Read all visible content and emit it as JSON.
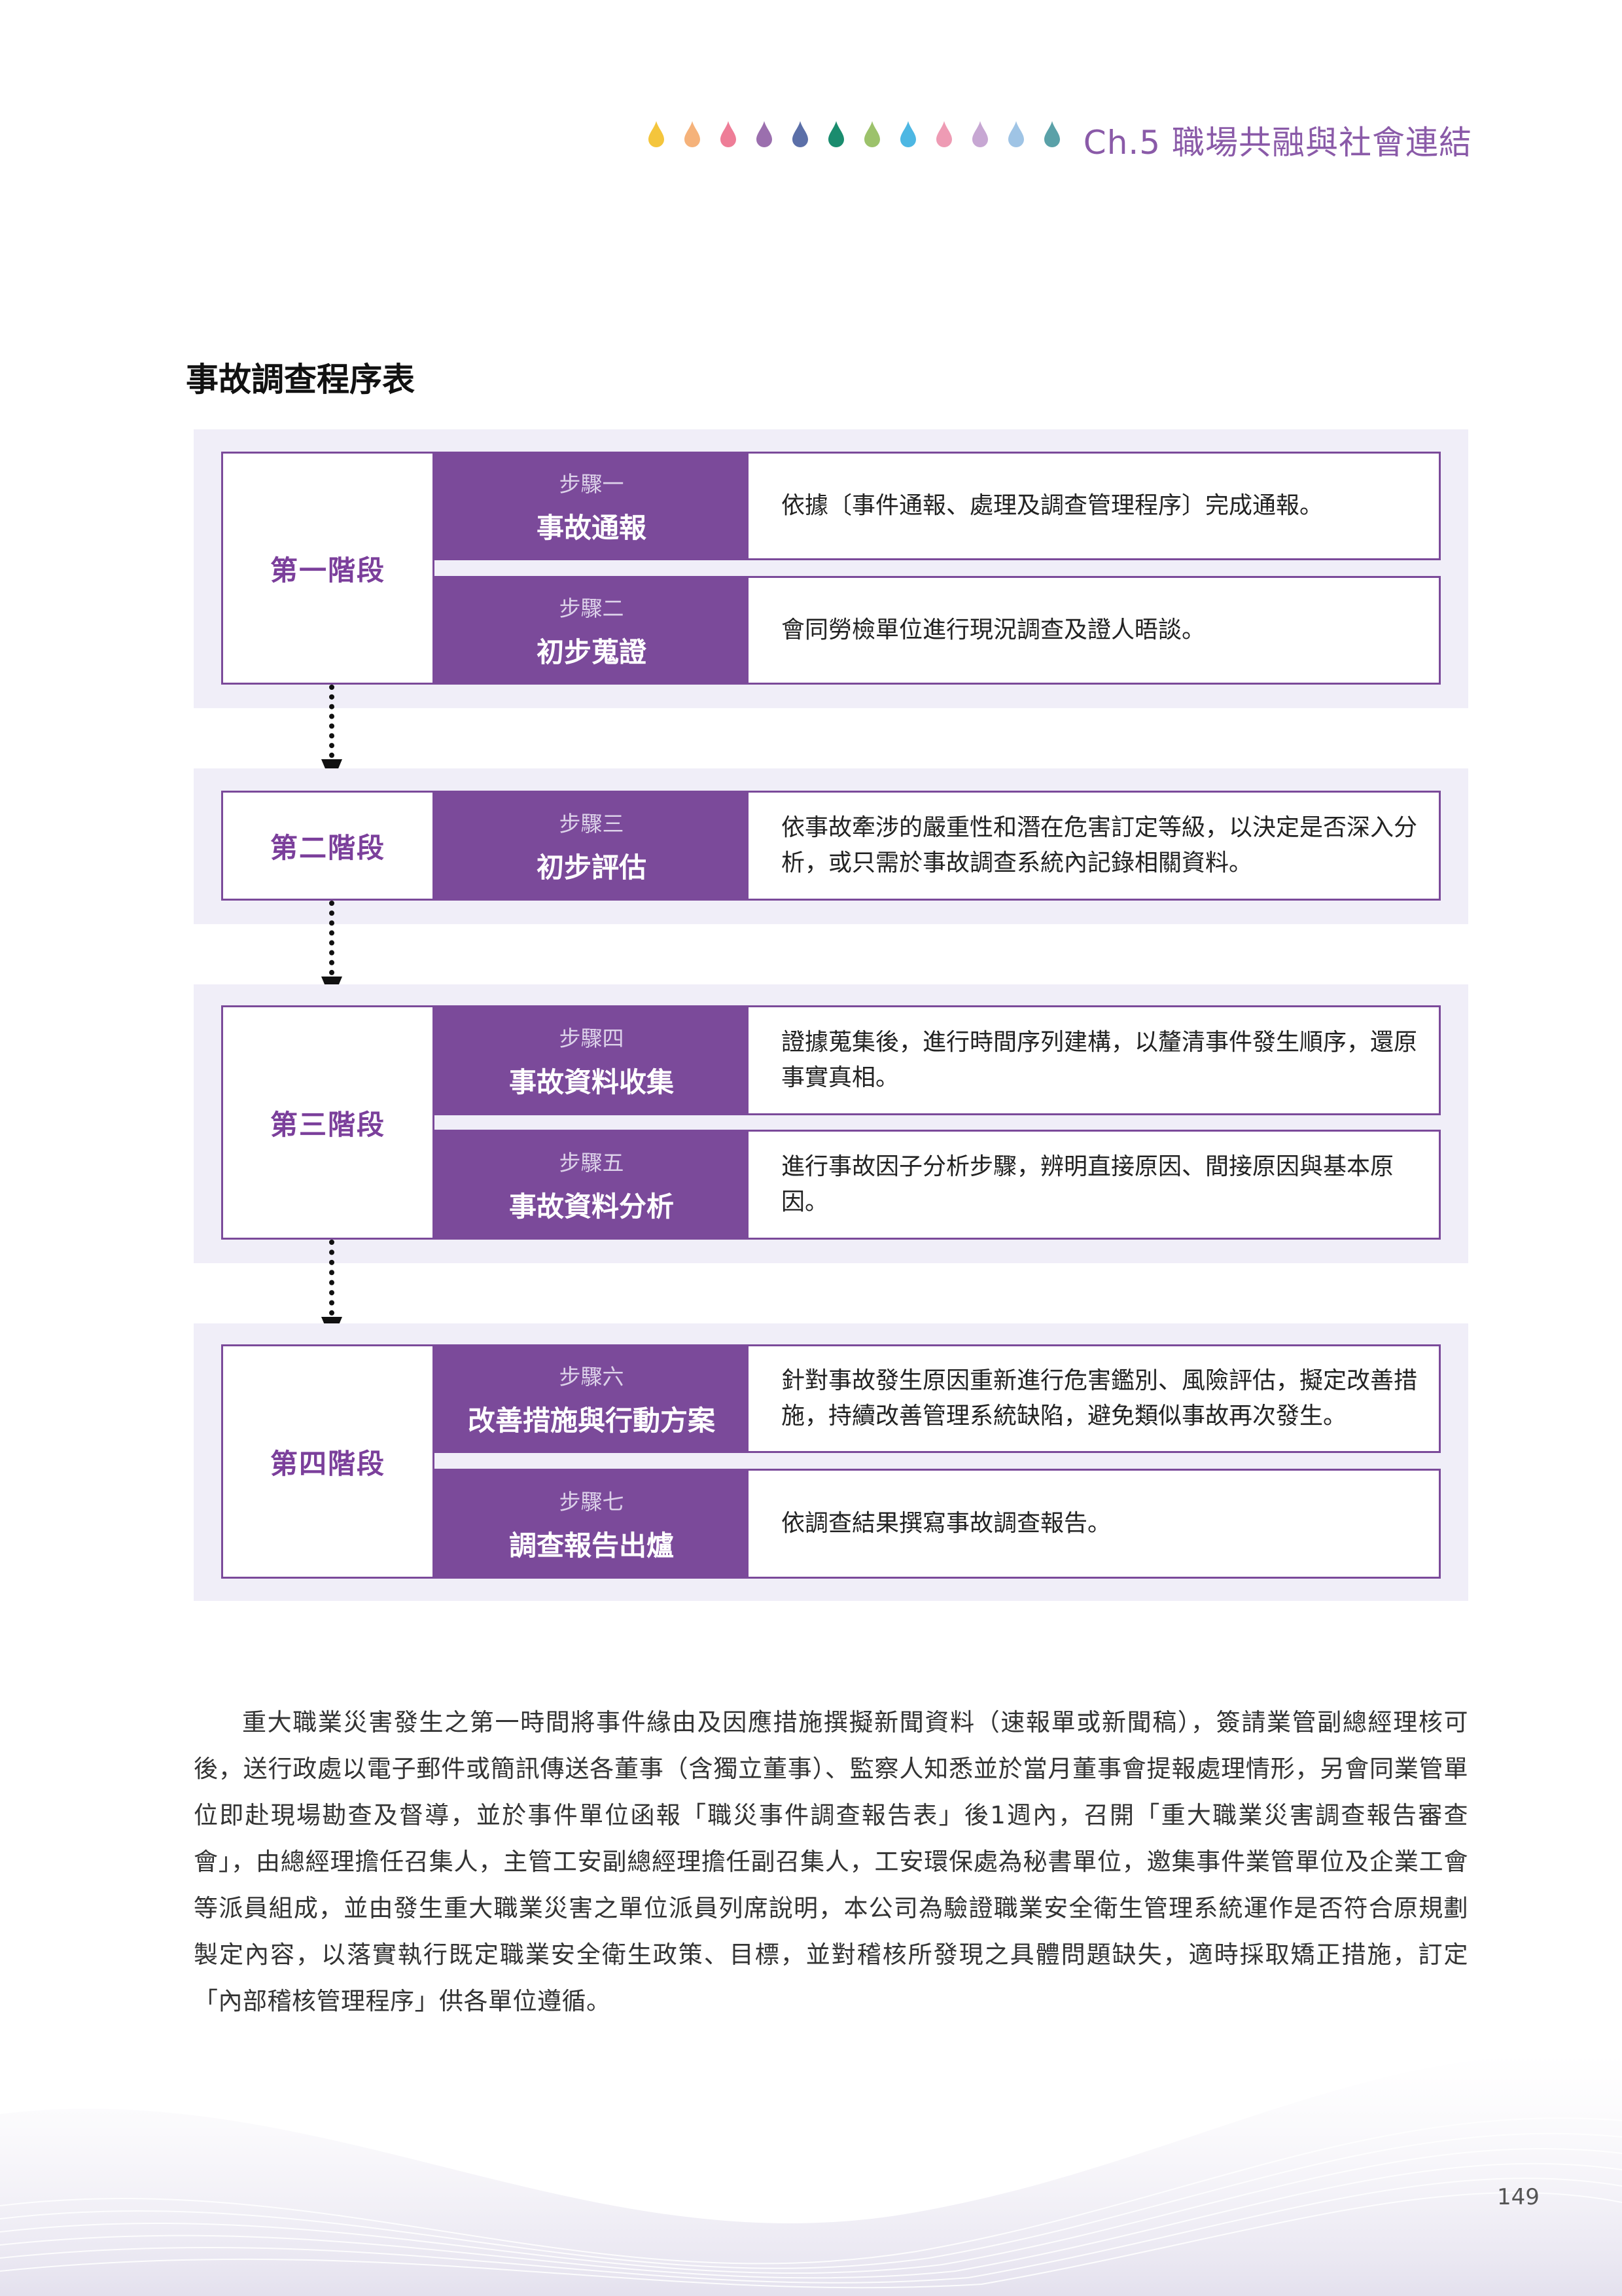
{
  "header": {
    "chapter": "Ch.5 職場共融與社會連結",
    "drop_colors": [
      "#f4c53c",
      "#f5b27a",
      "#ee7d97",
      "#9b6fae",
      "#5b6fa8",
      "#1a8c6e",
      "#9cc26b",
      "#4db7e3",
      "#ee9bb4",
      "#c7a7d3",
      "#9fc4e5",
      "#5aa1a8"
    ]
  },
  "section_title": "事故調查程序表",
  "stages": [
    {
      "label": "第一階段",
      "steps": [
        {
          "number": "步驟一",
          "name": "事故通報",
          "description": "依據〔事件通報、處理及調查管理程序〕完成通報。"
        },
        {
          "number": "步驟二",
          "name": "初步蒐證",
          "description": "會同勞檢單位進行現況調查及證人晤談。"
        }
      ]
    },
    {
      "label": "第二階段",
      "steps": [
        {
          "number": "步驟三",
          "name": "初步評估",
          "description": "依事故牽涉的嚴重性和潛在危害訂定等級，以決定是否深入分析，或只需於事故調查系統內記錄相關資料。"
        }
      ]
    },
    {
      "label": "第三階段",
      "steps": [
        {
          "number": "步驟四",
          "name": "事故資料收集",
          "description": "證據蒐集後，進行時間序列建構，以釐清事件發生順序，還原事實真相。"
        },
        {
          "number": "步驟五",
          "name": "事故資料分析",
          "description": "進行事故因子分析步驟，辨明直接原因、間接原因與基本原因。"
        }
      ]
    },
    {
      "label": "第四階段",
      "steps": [
        {
          "number": "步驟六",
          "name": "改善措施與行動方案",
          "description": "針對事故發生原因重新進行危害鑑別、風險評估，擬定改善措施，持續改善管理系統缺陷，避免類似事故再次發生。"
        },
        {
          "number": "步驟七",
          "name": "調查報告出爐",
          "description": "依調查結果撰寫事故調查報告。"
        }
      ]
    }
  ],
  "body_paragraph": "重大職業災害發生之第一時間將事件緣由及因應措施撰擬新聞資料（速報單或新聞稿），簽請業管副總經理核可後，送行政處以電子郵件或簡訊傳送各董事（含獨立董事）、監察人知悉並於當月董事會提報處理情形，另會同業管單位即赴現場勘查及督導，並於事件單位函報「職災事件調查報告表」後1週內，召開「重大職業災害調查報告審查會」，由總經理擔任召集人，主管工安副總經理擔任副召集人，工安環保處為秘書單位，邀集事件業管單位及企業工會等派員組成，並由發生重大職業災害之單位派員列席說明，本公司為驗證職業安全衛生管理系統運作是否符合原規劃製定內容，以落實執行既定職業安全衛生政策、目標，並對稽核所發現之具體問題缺失，適時採取矯正措施，訂定「內部稽核管理程序」供各單位遵循。",
  "page_number": "149"
}
